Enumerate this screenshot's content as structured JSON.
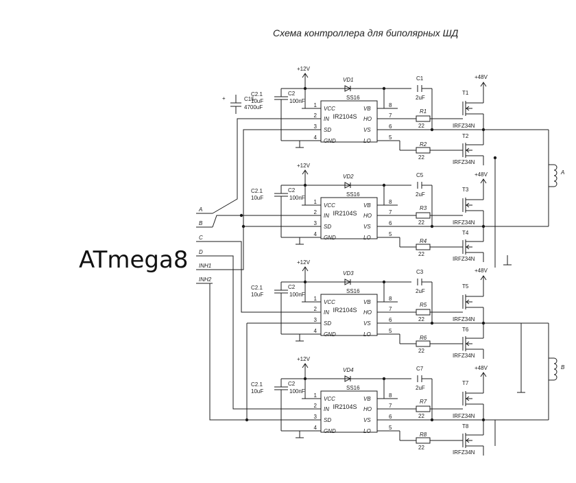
{
  "title": "Схема контроллера для биполярных ШД",
  "mcu": "ATmega8",
  "signals": [
    "A",
    "B",
    "C",
    "D",
    "INH1",
    "INH2"
  ],
  "supply_12": "+12V",
  "supply_48": "+48V",
  "c15": {
    "name": "C15",
    "value": "4700uF"
  },
  "ic_part": "IR2104S",
  "mosfet_part": "IRFZ34N",
  "diode_part": "SS16",
  "boot_cap_value": "2uF",
  "cap_c21": {
    "name": "C2.1",
    "value": "10uF"
  },
  "cap_c2": {
    "name": "C2",
    "value": "100nF"
  },
  "resistor_value": "22",
  "motor_labels": [
    "A",
    "B"
  ],
  "pins_left": [
    {
      "num": "1",
      "name": "VCC"
    },
    {
      "num": "2",
      "name": "IN"
    },
    {
      "num": "3",
      "name": "SD"
    },
    {
      "num": "4",
      "name": "GND"
    }
  ],
  "pins_right": [
    {
      "num": "8",
      "name": "VB"
    },
    {
      "num": "7",
      "name": "HO"
    },
    {
      "num": "6",
      "name": "VS"
    },
    {
      "num": "5",
      "name": "LO"
    }
  ],
  "stages": [
    {
      "diode": "VD1",
      "cap": "C1",
      "r_hi": "R1",
      "r_lo": "R2",
      "t_hi": "T1",
      "t_lo": "T2"
    },
    {
      "diode": "VD2",
      "cap": "C5",
      "r_hi": "R3",
      "r_lo": "R4",
      "t_hi": "T3",
      "t_lo": "T4"
    },
    {
      "diode": "VD3",
      "cap": "C3",
      "r_hi": "R5",
      "r_lo": "R6",
      "t_hi": "T5",
      "t_lo": "T6"
    },
    {
      "diode": "VD4",
      "cap": "C7",
      "r_hi": "R7",
      "r_lo": "R8",
      "t_hi": "T7",
      "t_lo": "T8"
    }
  ]
}
